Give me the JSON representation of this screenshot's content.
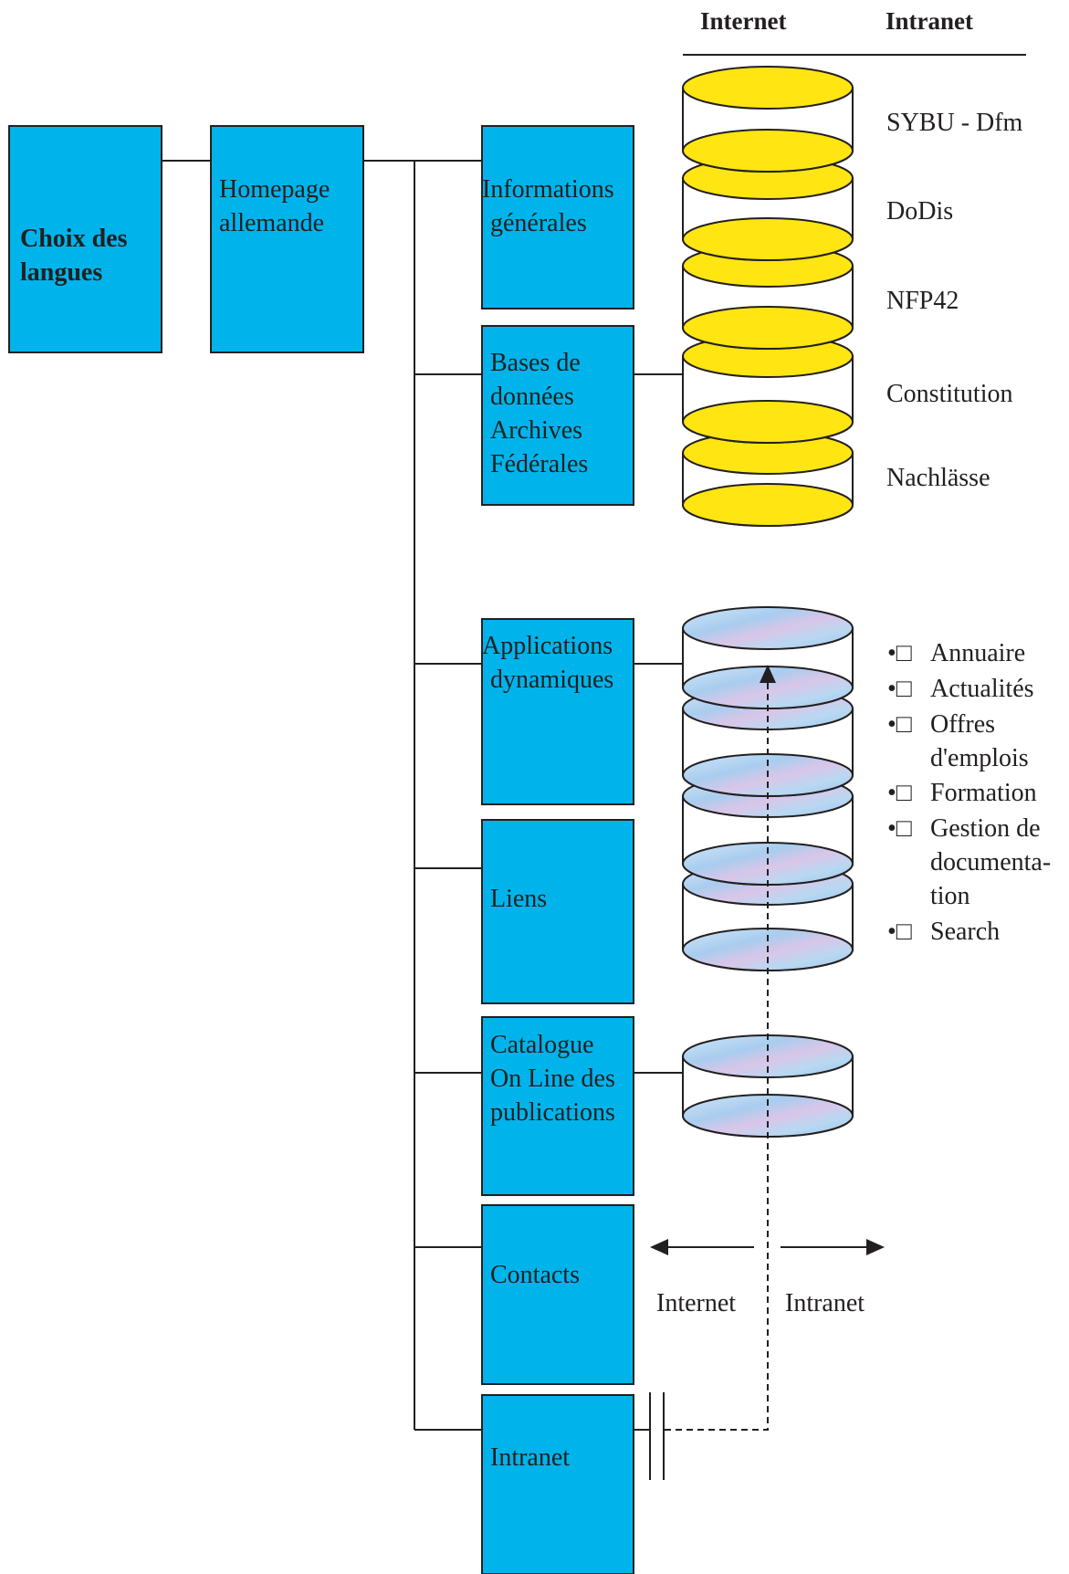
{
  "headers": {
    "internet": "Internet",
    "intranet": "Intranet"
  },
  "nodes": {
    "choix": [
      "Choix des",
      "langues"
    ],
    "homepage": [
      "Homepage",
      "allemande"
    ],
    "informations": [
      "Informations",
      "générales"
    ],
    "bases": [
      "Bases de",
      "données",
      "Archives",
      "Fédérales"
    ],
    "applications": [
      "Applications",
      "dynamiques"
    ],
    "liens": [
      "Liens"
    ],
    "catalogue": [
      "Catalogue",
      "On Line des",
      "publications"
    ],
    "contacts": [
      "Contacts"
    ],
    "intranet": [
      "Intranet"
    ]
  },
  "databases": [
    "SYBU - Dfm",
    "DoDis",
    "NFP42",
    "Constitution",
    "Nachlässe"
  ],
  "applications_list": [
    "Annuaire",
    "Actualités",
    "Offres",
    "d'emplois",
    "Formation",
    "Gestion de",
    "documenta-",
    "tion",
    "Search"
  ],
  "arrow_labels": {
    "internet": "Internet",
    "intranet": "Intranet"
  },
  "colors": {
    "box_fill": "#00b4eb",
    "db_yellow": "#ffe512",
    "line": "#231f20"
  }
}
